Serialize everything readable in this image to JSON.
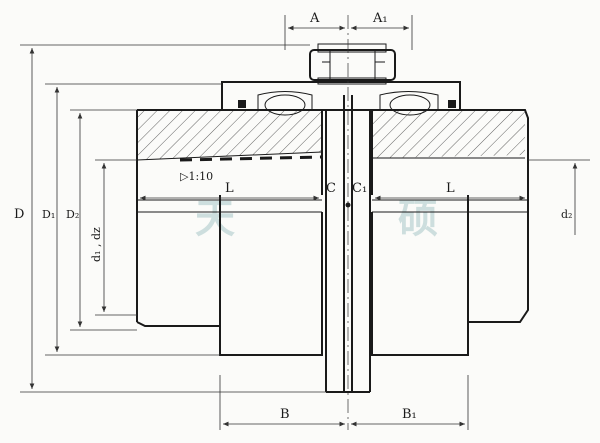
{
  "labels": {
    "A": "A",
    "A1": "A₁",
    "D": "D",
    "D1": "D₁",
    "D2": "D₂",
    "d1_dz": "d₁ , dz",
    "taper": "▷1:10",
    "L_left": "L",
    "L_right": "L",
    "C": "C",
    "C1": "C₁",
    "d2": "d₂",
    "B": "B",
    "B1": "B₁"
  },
  "watermark": {
    "left_char": "天",
    "right_char": "硕"
  }
}
